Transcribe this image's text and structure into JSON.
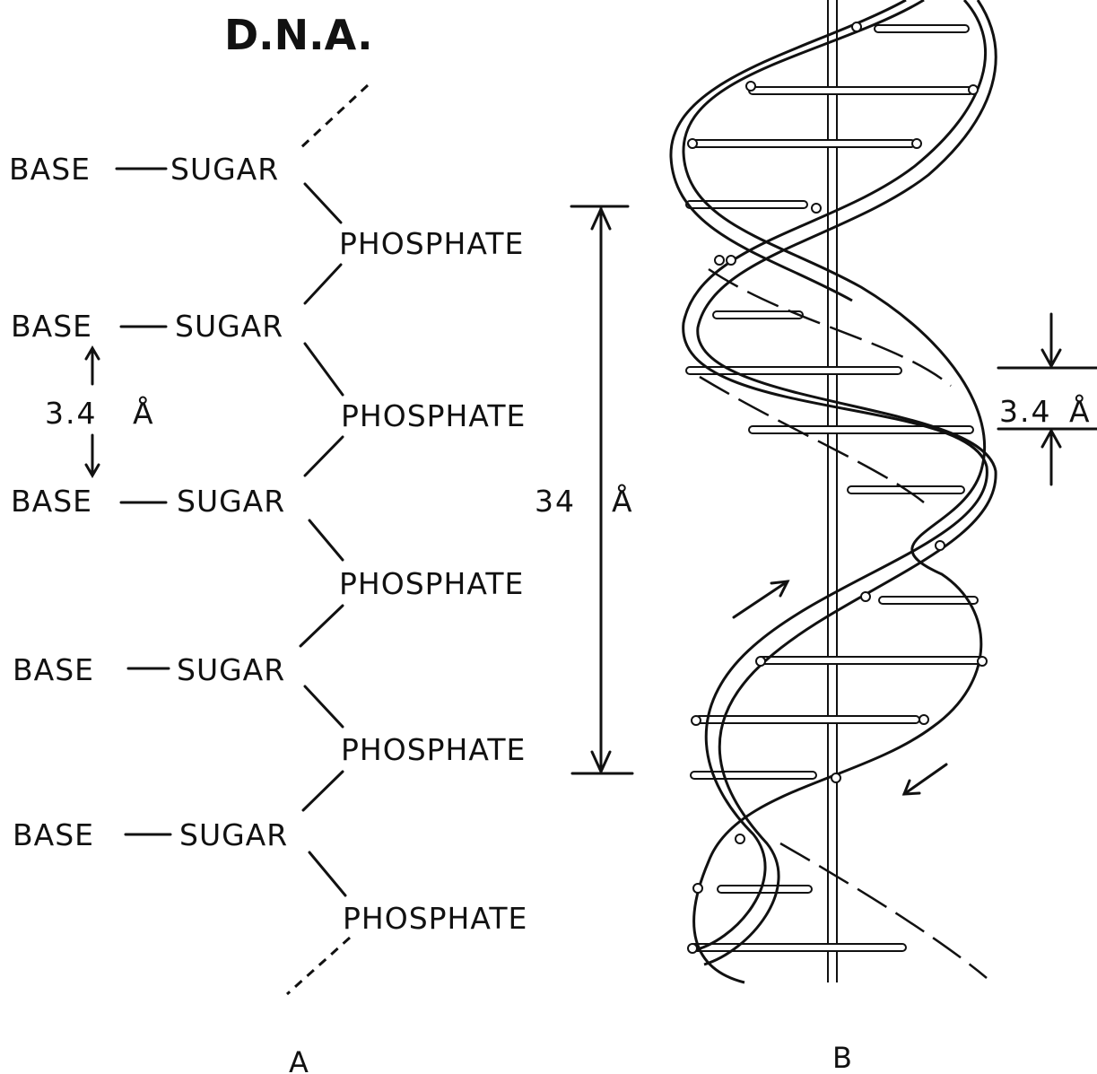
{
  "diagram": {
    "title": "D.N.A.",
    "chain": {
      "base": "BASE",
      "sugar": "SUGAR",
      "phosphate": "PHOSPHATE"
    },
    "base_spacing": {
      "number": "3.4",
      "unit": "Å"
    },
    "helix_pitch": {
      "number": "34",
      "unit": "Å"
    },
    "rung_spacing": {
      "number": "3.4",
      "unit": "Å"
    },
    "panel_a": "A",
    "panel_b": "B",
    "colors": {
      "ink": "#111111",
      "paper": "#ffffff"
    }
  }
}
